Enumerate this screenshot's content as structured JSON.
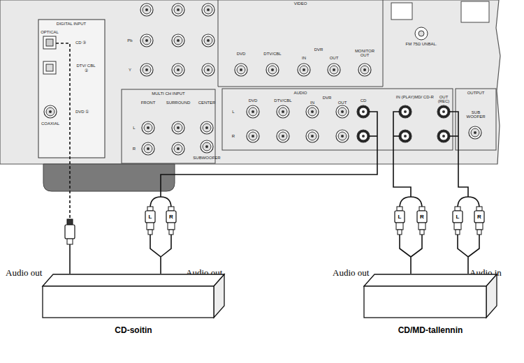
{
  "diagram": {
    "nodes": [
      {
        "text": [
          "CD-soitin"
        ]
      },
      {
        "text": [
          "CD/MD-tallennin"
        ]
      }
    ],
    "labels": [
      "DIGITAL INPUT",
      "OPTICAL",
      "CD ③",
      "DTV/ CBL ②",
      "COAXIAL",
      "DVD ①",
      "Pb",
      "Y",
      "VIDEO",
      "DVD",
      "DTV/CBL",
      "IN",
      "DVR",
      "OUT",
      "MONITOR OUT",
      "FM 75Ω UNBAL.",
      "MULTI CH INPUT",
      "FRONT",
      "SURROUND",
      "CENTER",
      "L",
      "R",
      "SUBWOOFER",
      "AUDIO",
      "DVD",
      "DTV/CBL",
      "IN",
      "DVR",
      "OUT",
      "CD",
      "L",
      "R",
      "IN (PLAY)",
      "MD/ CD-R",
      "OUT (REC)",
      "OUTPUT",
      "SUB WOOFER",
      "L",
      "R",
      "L",
      "R",
      "L",
      "R",
      "Audio out",
      "Audio out",
      "Audio out",
      "Audio in"
    ]
  }
}
